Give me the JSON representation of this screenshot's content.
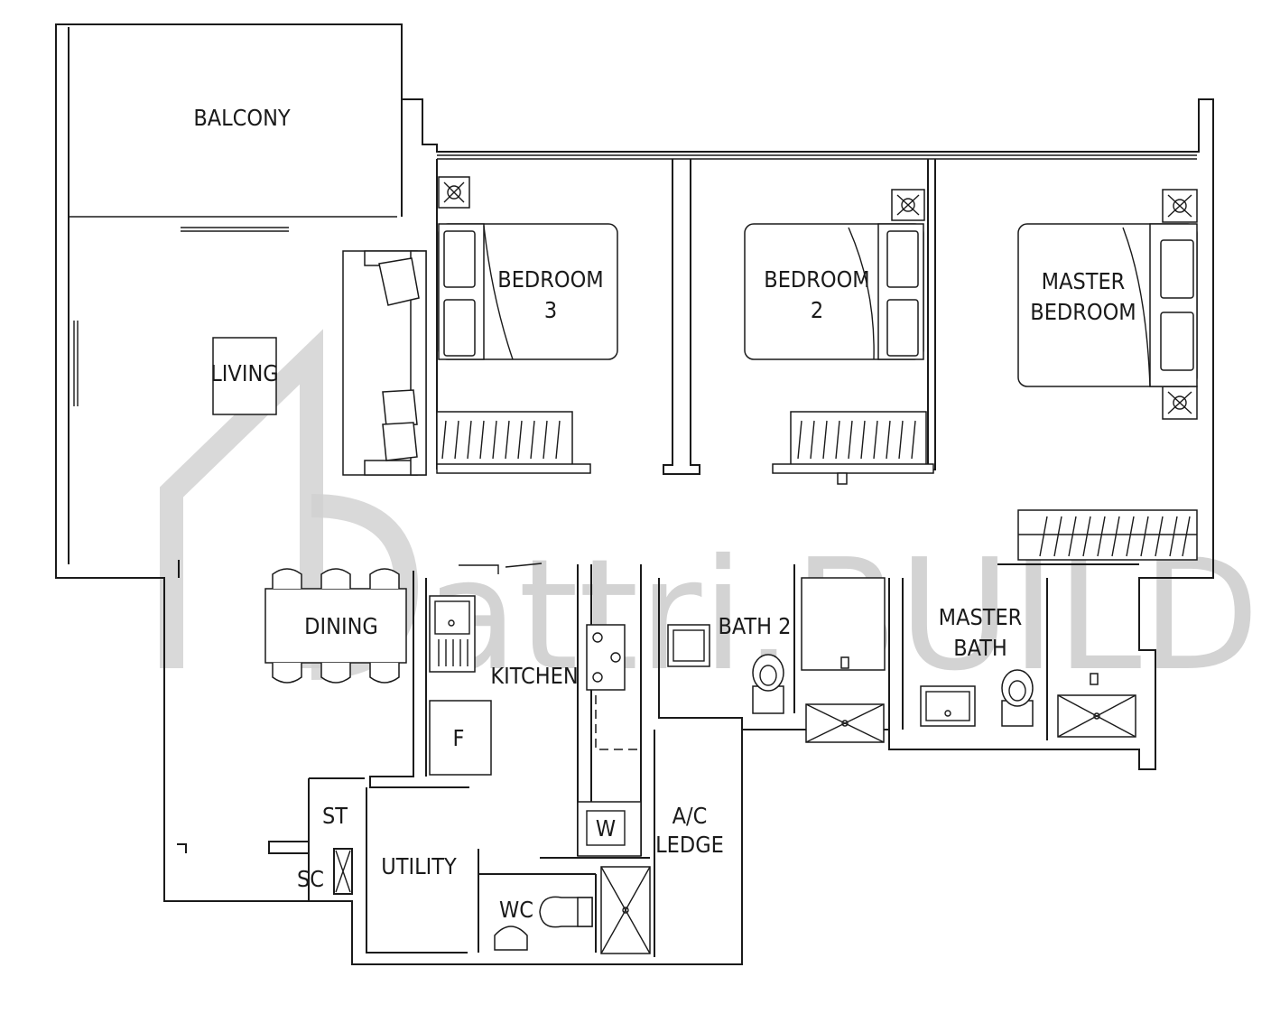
{
  "rooms": {
    "balcony": "BALCONY",
    "living": "LIVING",
    "bedroom3": [
      "BEDROOM",
      "3"
    ],
    "bedroom2": [
      "BEDROOM",
      "2"
    ],
    "master_bedroom": [
      "MASTER",
      "BEDROOM"
    ],
    "dining": "DINING",
    "kitchen": "KITCHEN",
    "fridge": "F",
    "bath2": "BATH 2",
    "master_bath": [
      "MASTER",
      "BATH"
    ],
    "store": "ST",
    "shelter": "SC",
    "utility": "UTILITY",
    "washer": "W",
    "wc": "WC",
    "ac_ledge": [
      "A/C",
      "LEDGE"
    ]
  },
  "watermark": {
    "text": "attri.BUILD"
  }
}
